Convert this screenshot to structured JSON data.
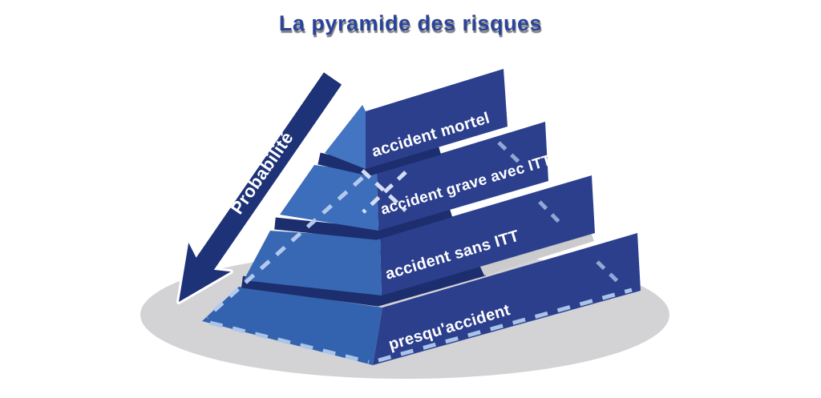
{
  "title": "La pyramide des risques",
  "arrow": {
    "label": "Probabilité"
  },
  "levels": [
    {
      "id": "accident-mortel",
      "label": "accident mortel"
    },
    {
      "id": "accident-grave-avec-itt",
      "label": "accident grave avec ITT"
    },
    {
      "id": "accident-sans-itt",
      "label": "accident sans ITT"
    },
    {
      "id": "presqu-accident",
      "label": "presqu'accident"
    }
  ],
  "colors": {
    "band": "#2c3f8d",
    "faces": [
      "#4475c2",
      "#3d6ebb",
      "#3868b4",
      "#3363ae"
    ],
    "separator": "#1d2e6e",
    "arrow": "#1e3377",
    "title_text": "#2a449a",
    "label_text": "#ffffff",
    "dash_face": "#b5c9ee",
    "dash_cross": "#d4def5",
    "dash_band": "#91a7d6",
    "dash_base": "#a9c3e9",
    "slab_top": "#cbcbce",
    "ground_shadow": "#d3d3d6"
  }
}
